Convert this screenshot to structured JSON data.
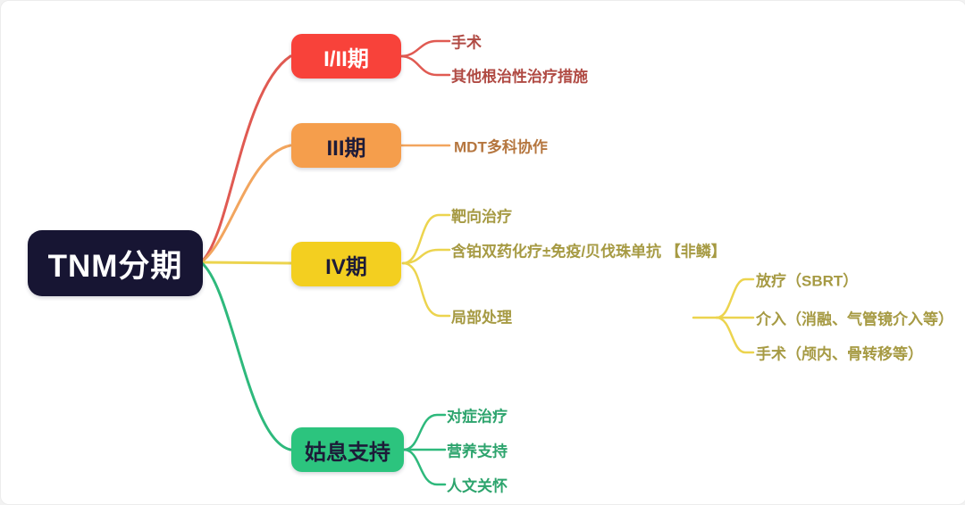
{
  "diagram": {
    "type": "mindmap",
    "root": {
      "label": "TNM分期",
      "bg_color": "#171533",
      "text_color": "#ffffff"
    },
    "branches": [
      {
        "label": "I/II期",
        "box_color": "#f8423a",
        "box_text_color": "#ffffff",
        "line_color": "#e05a52",
        "leaf_text_color": "#b04a43",
        "children": [
          "手术",
          "其他根治性治疗措施"
        ]
      },
      {
        "label": "III期",
        "box_color": "#f59e4c",
        "box_text_color": "#1d1b38",
        "line_color": "#f2a55e",
        "leaf_text_color": "#b5763f",
        "children": [
          "MDT多科协作"
        ]
      },
      {
        "label": "IV期",
        "box_color": "#f3cf20",
        "box_text_color": "#1d1b38",
        "line_color": "#ecd44e",
        "leaf_text_color": "#a69a43",
        "children": [
          "靶向治疗",
          "含铂双药化疗±免疫/贝伐珠单抗 【非鳞】",
          "局部处理"
        ],
        "grandchildren": [
          "放疗（SBRT）",
          "介入（消融、气管镜介入等）",
          "手术（颅内、骨转移等）"
        ]
      },
      {
        "label": "姑息支持",
        "box_color": "#2cc47e",
        "box_text_color": "#1d1b38",
        "line_color": "#2eb97c",
        "leaf_text_color": "#2da46d",
        "children": [
          "对症治疗",
          "营养支持",
          "人文关怀"
        ]
      }
    ]
  }
}
